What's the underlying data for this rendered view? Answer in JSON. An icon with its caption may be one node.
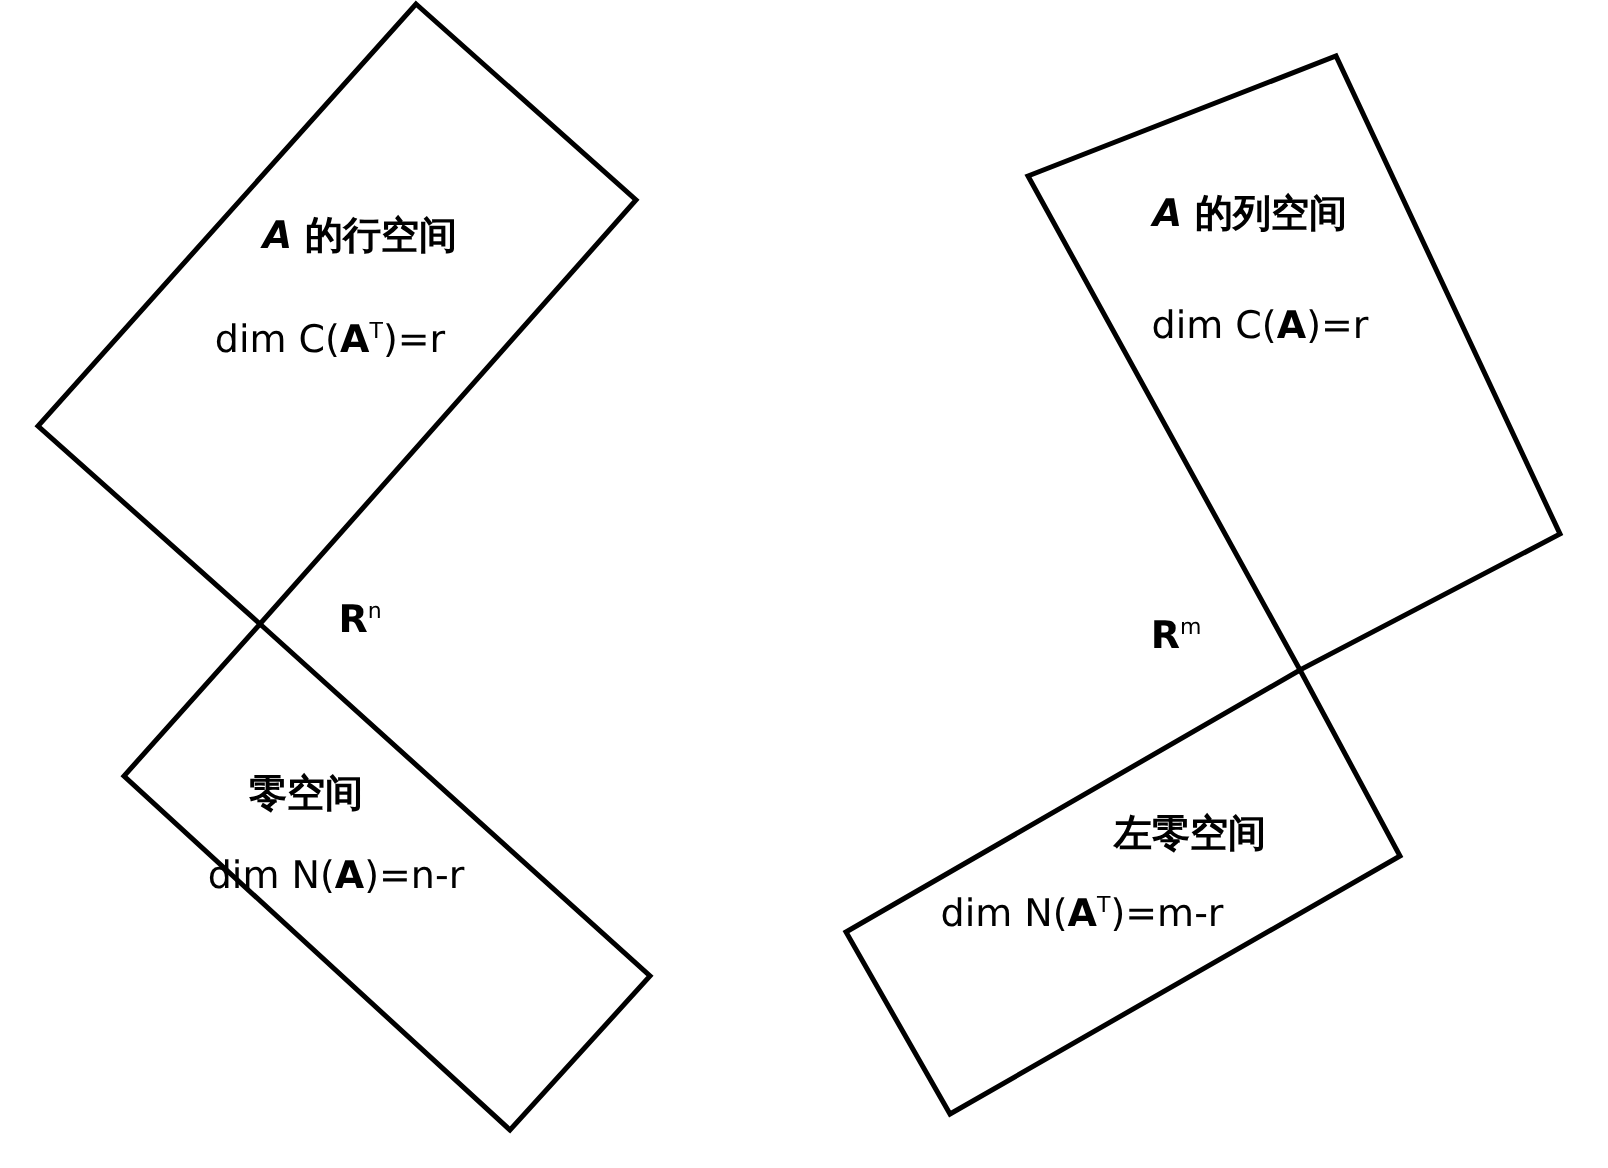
{
  "diagram": {
    "nodes": [
      {
        "text": [
          "*A* 的行空间",
          "dim C(**A**$^{T}$)=r"
        ]
      },
      {
        "text": [
          "零空间",
          "dim N(**A**)=n-r"
        ]
      },
      {
        "text": [
          "*A* 的列空间",
          "dim C(**A**)=r"
        ]
      },
      {
        "text": [
          "左零空间",
          "dim N(**A**$^{T}$)=m-r"
        ]
      }
    ],
    "labels": [
      "**R**$^{n}$",
      "**R**$^{m}$"
    ]
  }
}
